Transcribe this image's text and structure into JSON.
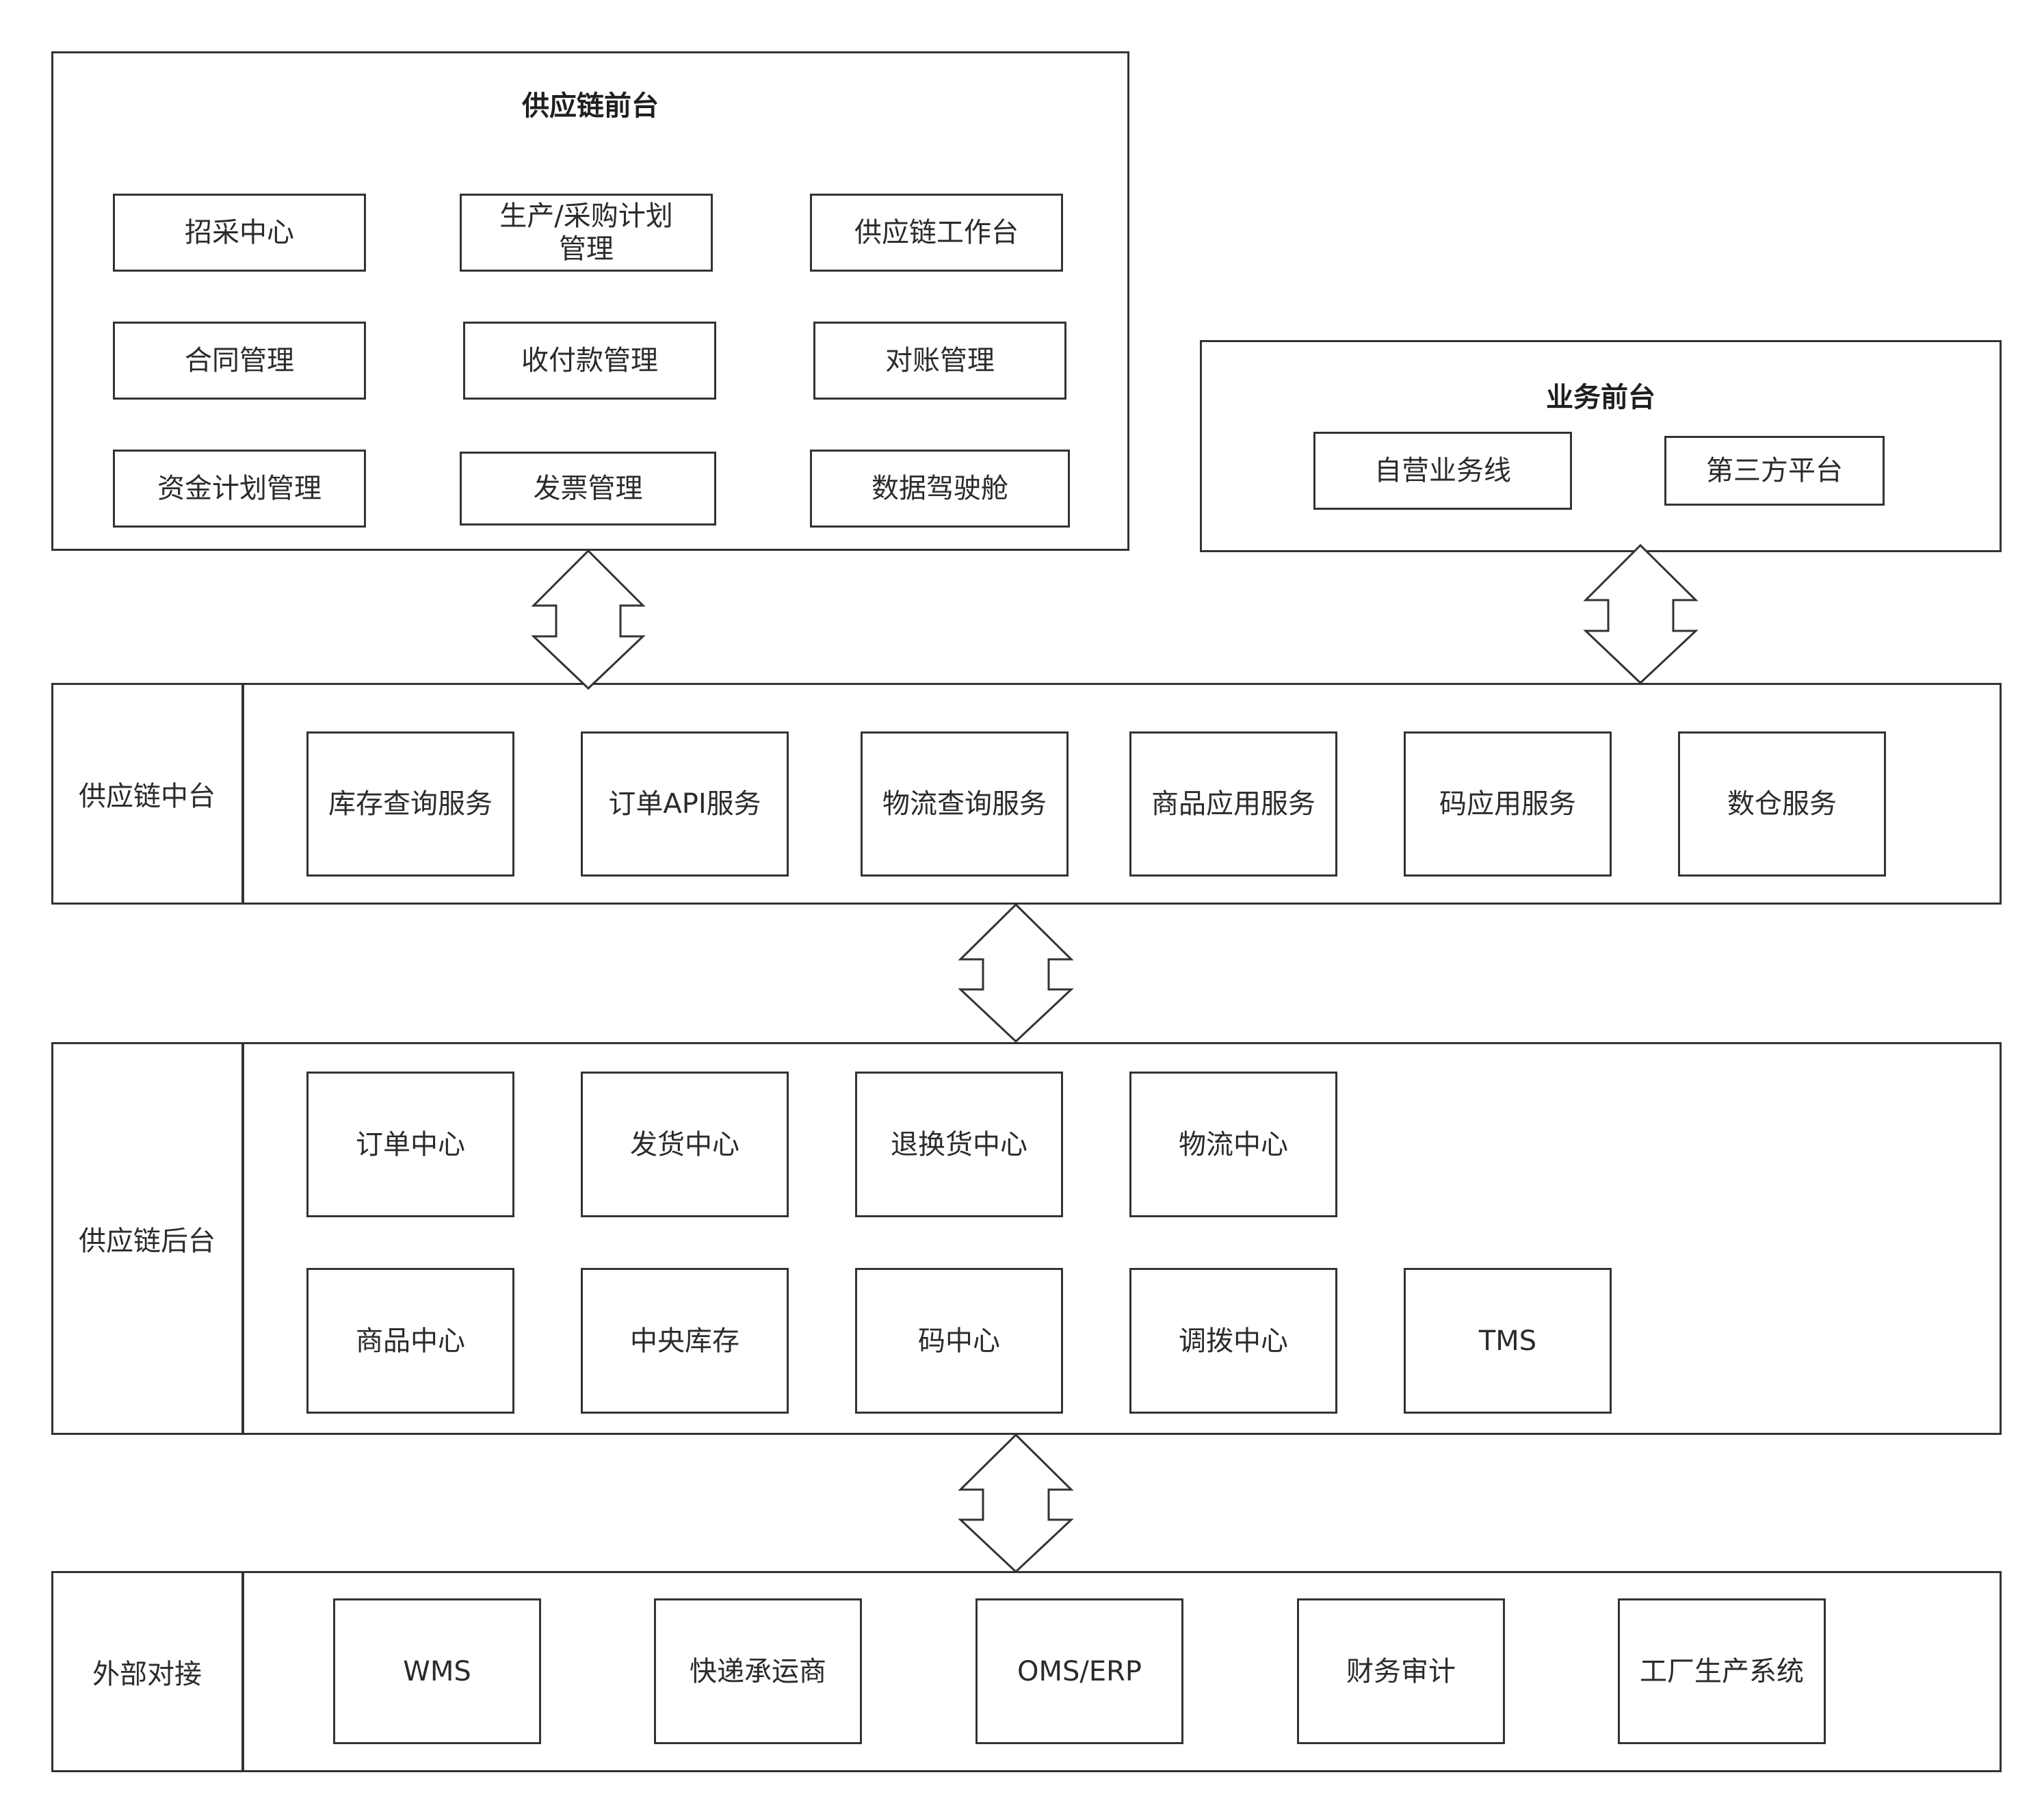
{
  "supply_chain_front": {
    "title": "供应链前台",
    "items": [
      "招采中心",
      "生产/采购计划管理",
      "供应链工作台",
      "合同管理",
      "收付款管理",
      "对账管理",
      "资金计划管理",
      "发票管理",
      "数据驾驶舱"
    ]
  },
  "business_front": {
    "title": "业务前台",
    "items": [
      "自营业务线",
      "第三方平台"
    ]
  },
  "supply_chain_middle": {
    "label": "供应链中台",
    "items": [
      "库存查询服务",
      "订单API服务",
      "物流查询服务",
      "商品应用服务",
      "码应用服务",
      "数仓服务"
    ]
  },
  "supply_chain_back": {
    "label": "供应链后台",
    "items": [
      "订单中心",
      "发货中心",
      "退换货中心",
      "物流中心",
      "商品中心",
      "中央库存",
      "码中心",
      "调拨中心",
      "TMS"
    ]
  },
  "external": {
    "label": "外部对接",
    "items": [
      "WMS",
      "快递承运商",
      "OMS/ERP",
      "财务审计",
      "工厂生产系统"
    ]
  },
  "colors": {
    "stroke": "#333333",
    "text": "#2b2b2b",
    "background": "#ffffff"
  }
}
